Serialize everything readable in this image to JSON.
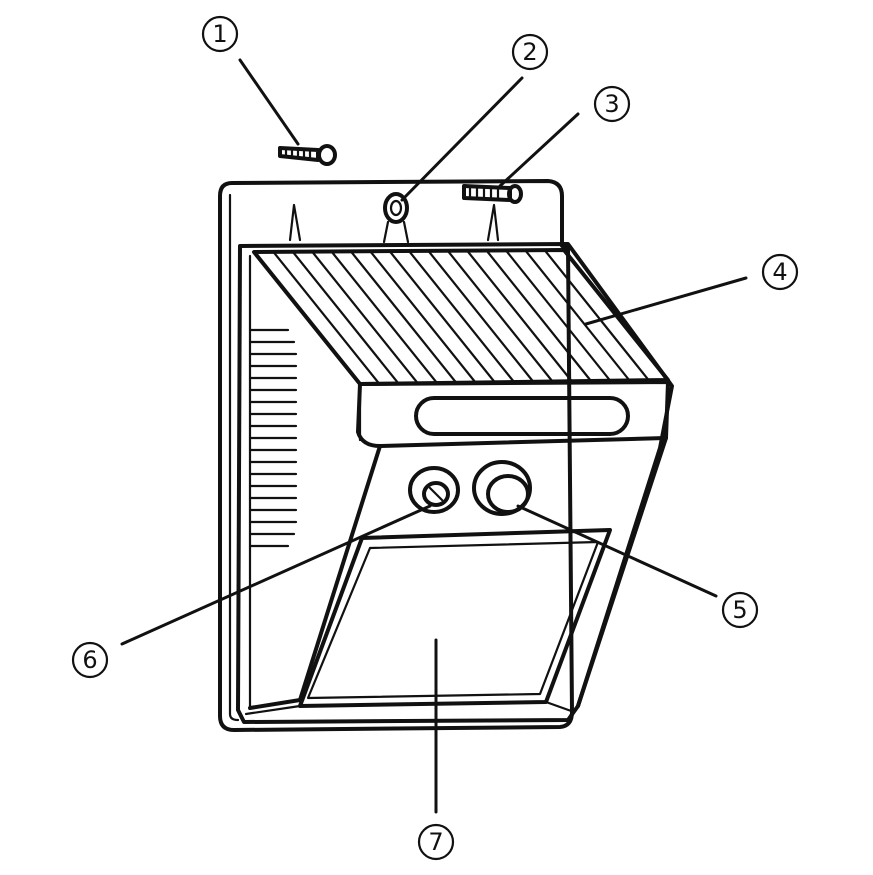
{
  "callouts": [
    {
      "id": "1",
      "label": "①",
      "part": "screw"
    },
    {
      "id": "2",
      "label": "②",
      "part": "hanging-hole"
    },
    {
      "id": "3",
      "label": "③",
      "part": "wall-plug"
    },
    {
      "id": "4",
      "label": "④",
      "part": "solar-panel"
    },
    {
      "id": "5",
      "label": "⑤",
      "part": "motion-sensor"
    },
    {
      "id": "6",
      "label": "⑥",
      "part": "switch-button"
    },
    {
      "id": "7",
      "label": "⑦",
      "part": "led-lamp-cover"
    }
  ],
  "colors": {
    "ink": "#111111",
    "paper": "#ffffff"
  }
}
